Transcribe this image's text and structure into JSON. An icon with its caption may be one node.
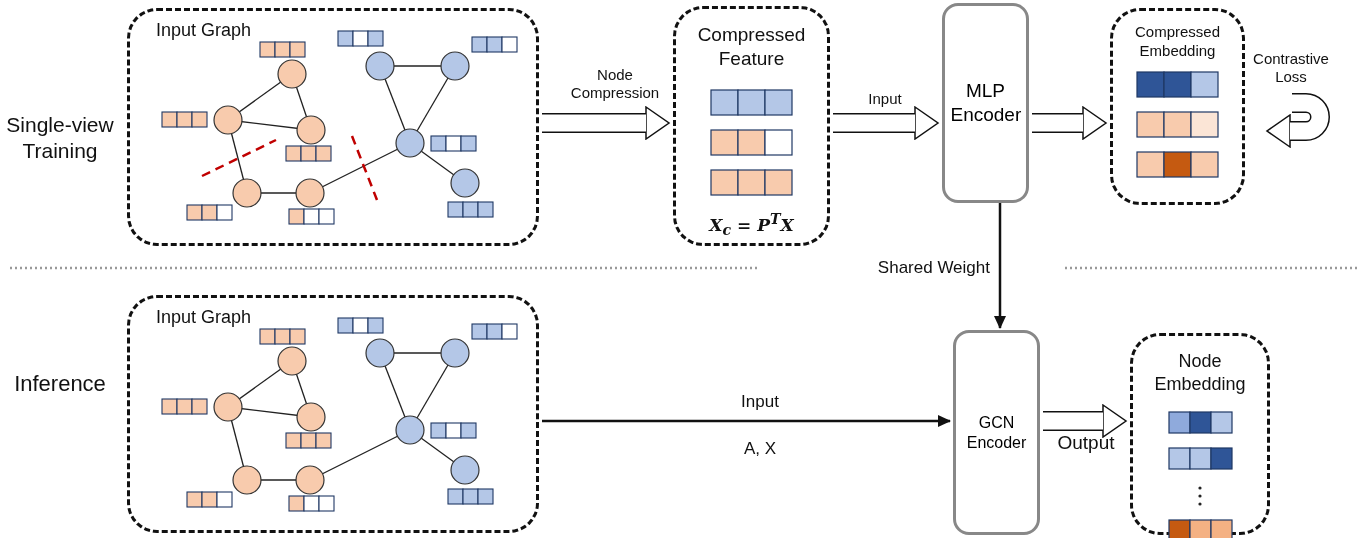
{
  "diagram": {
    "nodes": [
      {
        "text": [
          "Input Graph"
        ]
      },
      {
        "text": [
          "Compressed Feature",
          "X$_{c}$ = P$^{T}$X"
        ]
      },
      {
        "text": [
          "MLP Encoder"
        ]
      },
      {
        "text": [
          "Compressed Embedding"
        ]
      },
      {
        "text": [
          "Input Graph"
        ]
      },
      {
        "text": [
          "GCN Encoder"
        ]
      },
      {
        "text": [
          "Node Embedding"
        ]
      }
    ],
    "edges": [
      {
        "from": 0,
        "to": 1,
        "arrow": "to",
        "label": "Node Compression"
      },
      {
        "from": 1,
        "to": 2,
        "arrow": "to",
        "label": "Input"
      },
      {
        "from": 2,
        "to": 3,
        "arrow": "to"
      },
      {
        "from": null,
        "to": 3,
        "arrow": "to",
        "label": "Contrastive Loss"
      },
      {
        "from": 2,
        "to": 5,
        "arrow": "to",
        "label": "Shared Weight"
      },
      {
        "from": 4,
        "to": 5,
        "arrow": "to",
        "label": "Input"
      },
      {
        "from": 5,
        "to": 6,
        "arrow": "to",
        "label": "Output"
      }
    ],
    "labels": [
      "Single-view Training",
      "Inference",
      "A, X"
    ]
  }
}
